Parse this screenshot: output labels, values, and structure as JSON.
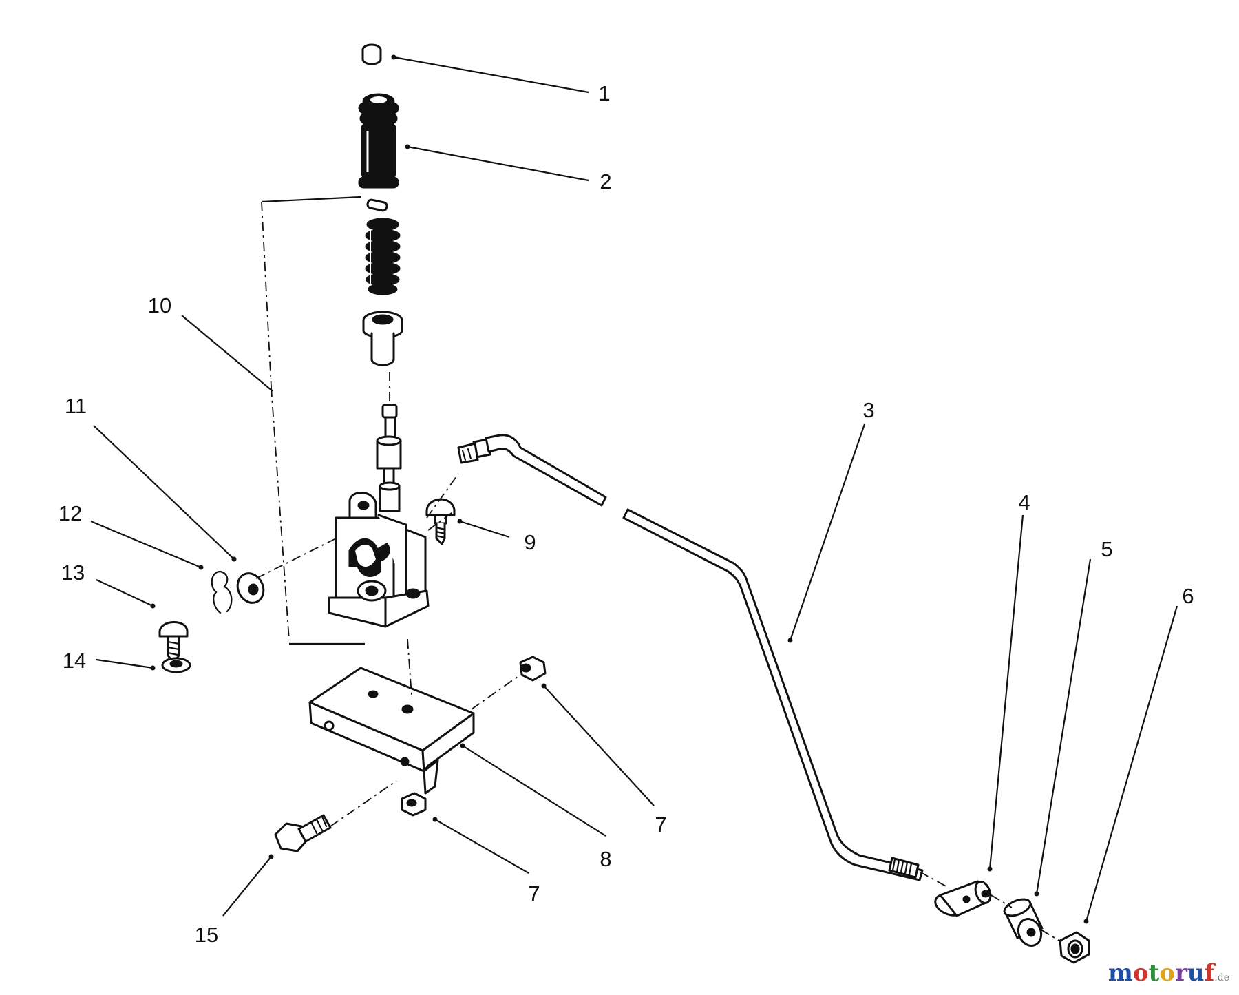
{
  "diagram": {
    "callouts": [
      {
        "id": "c1",
        "label": "1"
      },
      {
        "id": "c2",
        "label": "2"
      },
      {
        "id": "c3",
        "label": "3"
      },
      {
        "id": "c4",
        "label": "4"
      },
      {
        "id": "c5",
        "label": "5"
      },
      {
        "id": "c6",
        "label": "6"
      },
      {
        "id": "c7a",
        "label": "7"
      },
      {
        "id": "c7b",
        "label": "7"
      },
      {
        "id": "c8",
        "label": "8"
      },
      {
        "id": "c9",
        "label": "9"
      },
      {
        "id": "c10",
        "label": "10"
      },
      {
        "id": "c11",
        "label": "11"
      },
      {
        "id": "c12",
        "label": "12"
      },
      {
        "id": "c13",
        "label": "13"
      },
      {
        "id": "c14",
        "label": "14"
      },
      {
        "id": "c15",
        "label": "15"
      }
    ]
  },
  "watermark": {
    "text": "motoruf",
    "suffix": ".de",
    "colors": [
      "#1f4fa3",
      "#d0342c",
      "#2f8f3a",
      "#e0a21b",
      "#7a3fa0",
      "#1f4fa3",
      "#d0342c"
    ]
  }
}
